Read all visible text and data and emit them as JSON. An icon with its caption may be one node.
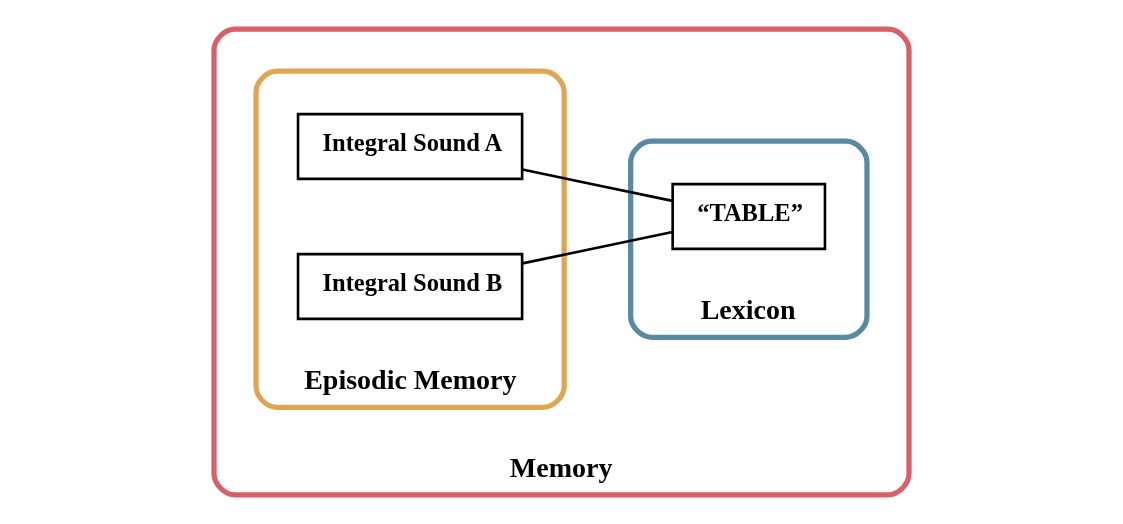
{
  "diagram": {
    "nodes": [
      {
        "text": [
          "Memory"
        ]
      },
      {
        "text": [
          "Episodic Memory"
        ],
        "in": 0
      },
      {
        "text": [
          "Integral Sound A"
        ],
        "in": 1
      },
      {
        "text": [
          "Integral Sound B"
        ],
        "in": 1
      },
      {
        "text": [
          "Lexicon"
        ],
        "in": 0
      },
      {
        "text": [
          "“TABLE”"
        ],
        "in": 4
      }
    ],
    "edges": [
      {
        "from": 2,
        "to": 5,
        "arrow": "none"
      },
      {
        "from": 3,
        "to": 5,
        "arrow": "none"
      }
    ]
  }
}
